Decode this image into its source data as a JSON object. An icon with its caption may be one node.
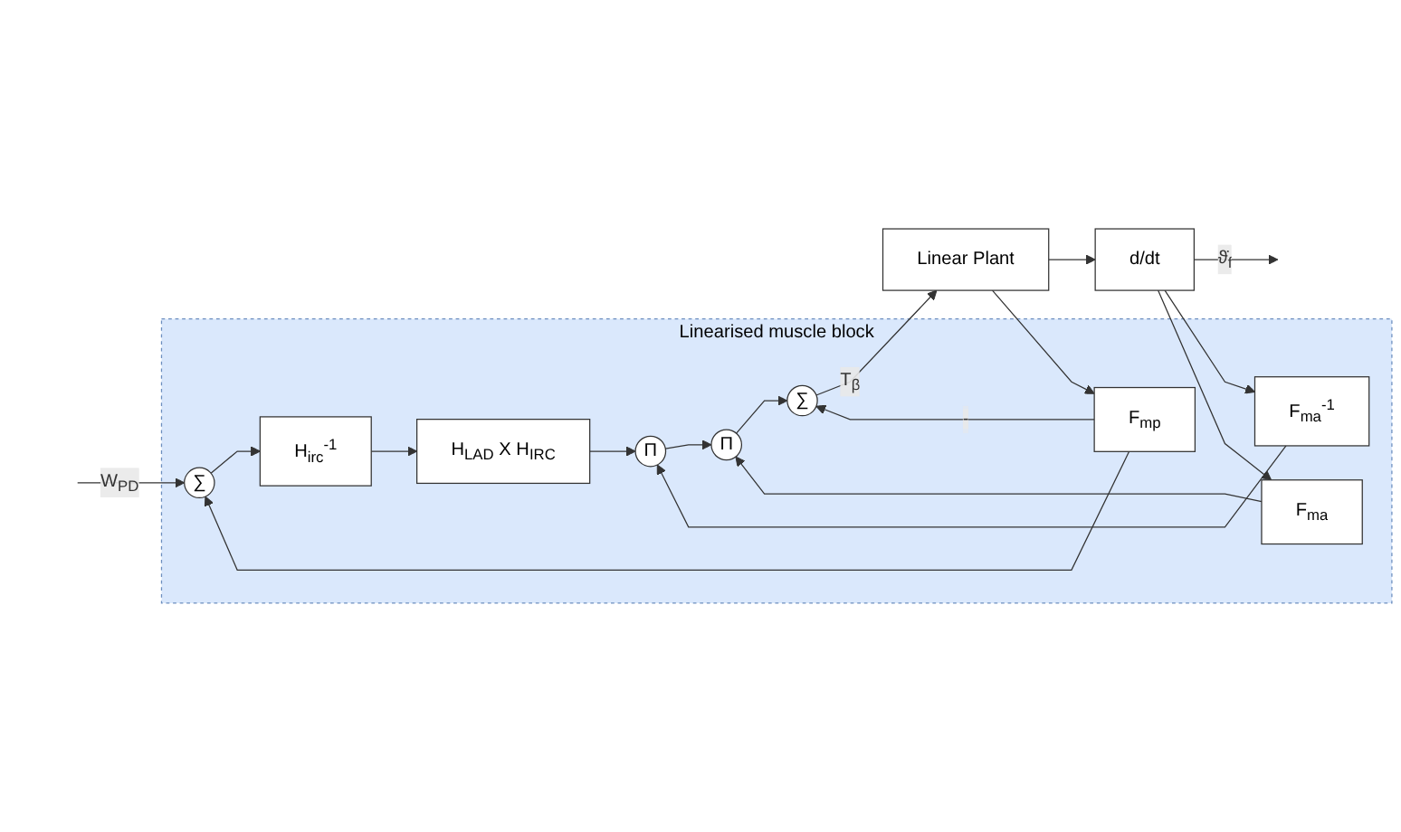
{
  "diagram": {
    "nodes": [
      {
        "text": [
          "Linearised muscle block"
        ]
      },
      {
        "text": [
          "∑"
        ],
        "in": 0
      },
      {
        "text": [
          "H$_{irc}$$^{-1}$"
        ],
        "in": 0
      },
      {
        "text": [
          "H$_{LAD}$ X H$_{IRC}$"
        ],
        "in": 0
      },
      {
        "text": [
          "F$_{ma}$$^{-1}$"
        ],
        "in": 0
      },
      {
        "text": [
          "Π"
        ],
        "in": 0
      },
      {
        "text": [
          "F$_{ma}$"
        ],
        "in": 0
      },
      {
        "text": [
          "Π"
        ],
        "in": 0
      },
      {
        "text": [
          "∑"
        ],
        "in": 0
      },
      {
        "text": [
          "F$_{mp}$"
        ],
        "in": 0
      },
      {
        "text": [
          "Linear Plant"
        ]
      },
      {
        "text": [
          "d/dt"
        ]
      }
    ],
    "edges": [
      {
        "from": null,
        "to": 1,
        "arrow": "to",
        "label": "W$_{PD}$"
      },
      {
        "from": 1,
        "to": 2,
        "arrow": "to"
      },
      {
        "from": 2,
        "to": 3,
        "arrow": "to"
      },
      {
        "from": 3,
        "to": 5,
        "arrow": "to"
      },
      {
        "from": 4,
        "to": 5,
        "arrow": "to"
      },
      {
        "from": 5,
        "to": 7,
        "arrow": "to"
      },
      {
        "from": 6,
        "to": 7,
        "arrow": "to"
      },
      {
        "from": 7,
        "to": 8,
        "arrow": "to"
      },
      {
        "from": 8,
        "to": 10,
        "arrow": "to",
        "label": "T$_{β}$"
      },
      {
        "from": 10,
        "to": 11,
        "arrow": "to"
      },
      {
        "from": 11,
        "to": null,
        "arrow": "to",
        "label": "ϑ̇$_{f}$"
      },
      {
        "from": 11,
        "to": 4,
        "arrow": "to"
      },
      {
        "from": 11,
        "to": 6,
        "arrow": "to"
      },
      {
        "from": 10,
        "to": 9,
        "arrow": "to"
      },
      {
        "from": 9,
        "to": 8,
        "arrow": "to",
        "label": "-"
      },
      {
        "from": 9,
        "to": 1,
        "arrow": "to"
      }
    ]
  }
}
